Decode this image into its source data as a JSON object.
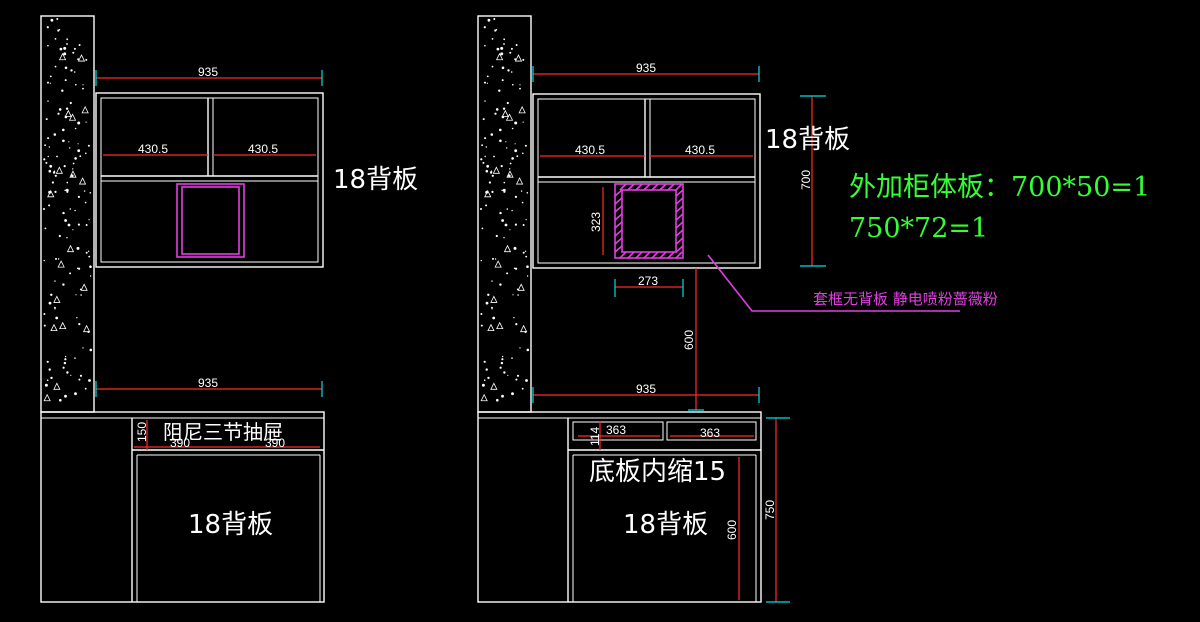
{
  "colors": {
    "background": "#000000",
    "outline": "#ffffff",
    "dimension_line": "#ff2a2a",
    "extension_tick": "#00e0e0",
    "frame": "#e040e0",
    "note_green": "#33ff33"
  },
  "left": {
    "top_width": "935",
    "shelf_left": "430.5",
    "shelf_right": "430.5",
    "back_panel_top": "18背板",
    "mid_width": "935",
    "drawer_label": "阻尼三节抽屉",
    "drawer_height": "150",
    "drawer_left": "390",
    "drawer_right": "390",
    "back_panel_bottom": "18背板"
  },
  "right": {
    "top_width": "935",
    "shelf_left": "430.5",
    "shelf_right": "430.5",
    "back_panel_top": "18背板",
    "cabinet_height": "700",
    "extra_panel_line1": "外加柜体板：700*50=1",
    "extra_panel_line2": "750*72=1",
    "frame_height": "323",
    "frame_width": "273",
    "frame_note": "套框无背板 静电喷粉蔷薇粉",
    "gap_height": "600",
    "mid_width": "935",
    "drawer_height": "114",
    "drawer_left": "363",
    "drawer_right": "363",
    "bottom_note": "底板内缩15",
    "back_panel_bottom": "18背板",
    "inner_height": "600",
    "base_height": "750"
  }
}
